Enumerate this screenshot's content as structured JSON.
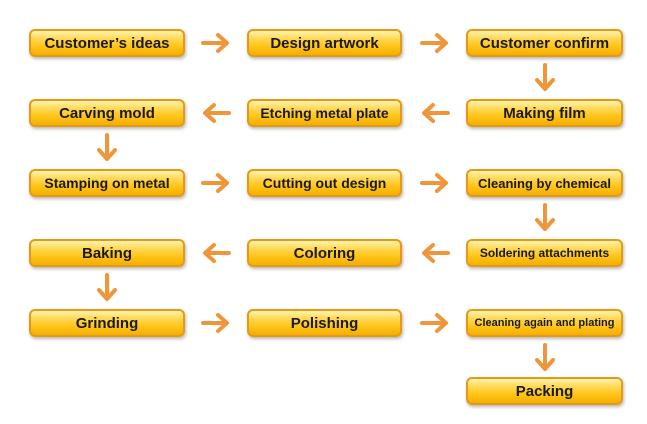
{
  "colors": {
    "box_fill": "#ffc51a",
    "box_border": "#e49a16",
    "arrow": "#f0963a",
    "text": "#1a1a1a"
  },
  "steps": [
    "Customer’s ideas",
    "Design artwork",
    "Customer confirm",
    "Making film",
    "Etching metal plate",
    "Carving mold",
    "Stamping on metal",
    "Cutting out design",
    "Cleaning by chemical",
    "Soldering attachments",
    "Coloring",
    "Baking",
    "Grinding",
    "Polishing",
    "Cleaning again and plating",
    "Packing"
  ]
}
